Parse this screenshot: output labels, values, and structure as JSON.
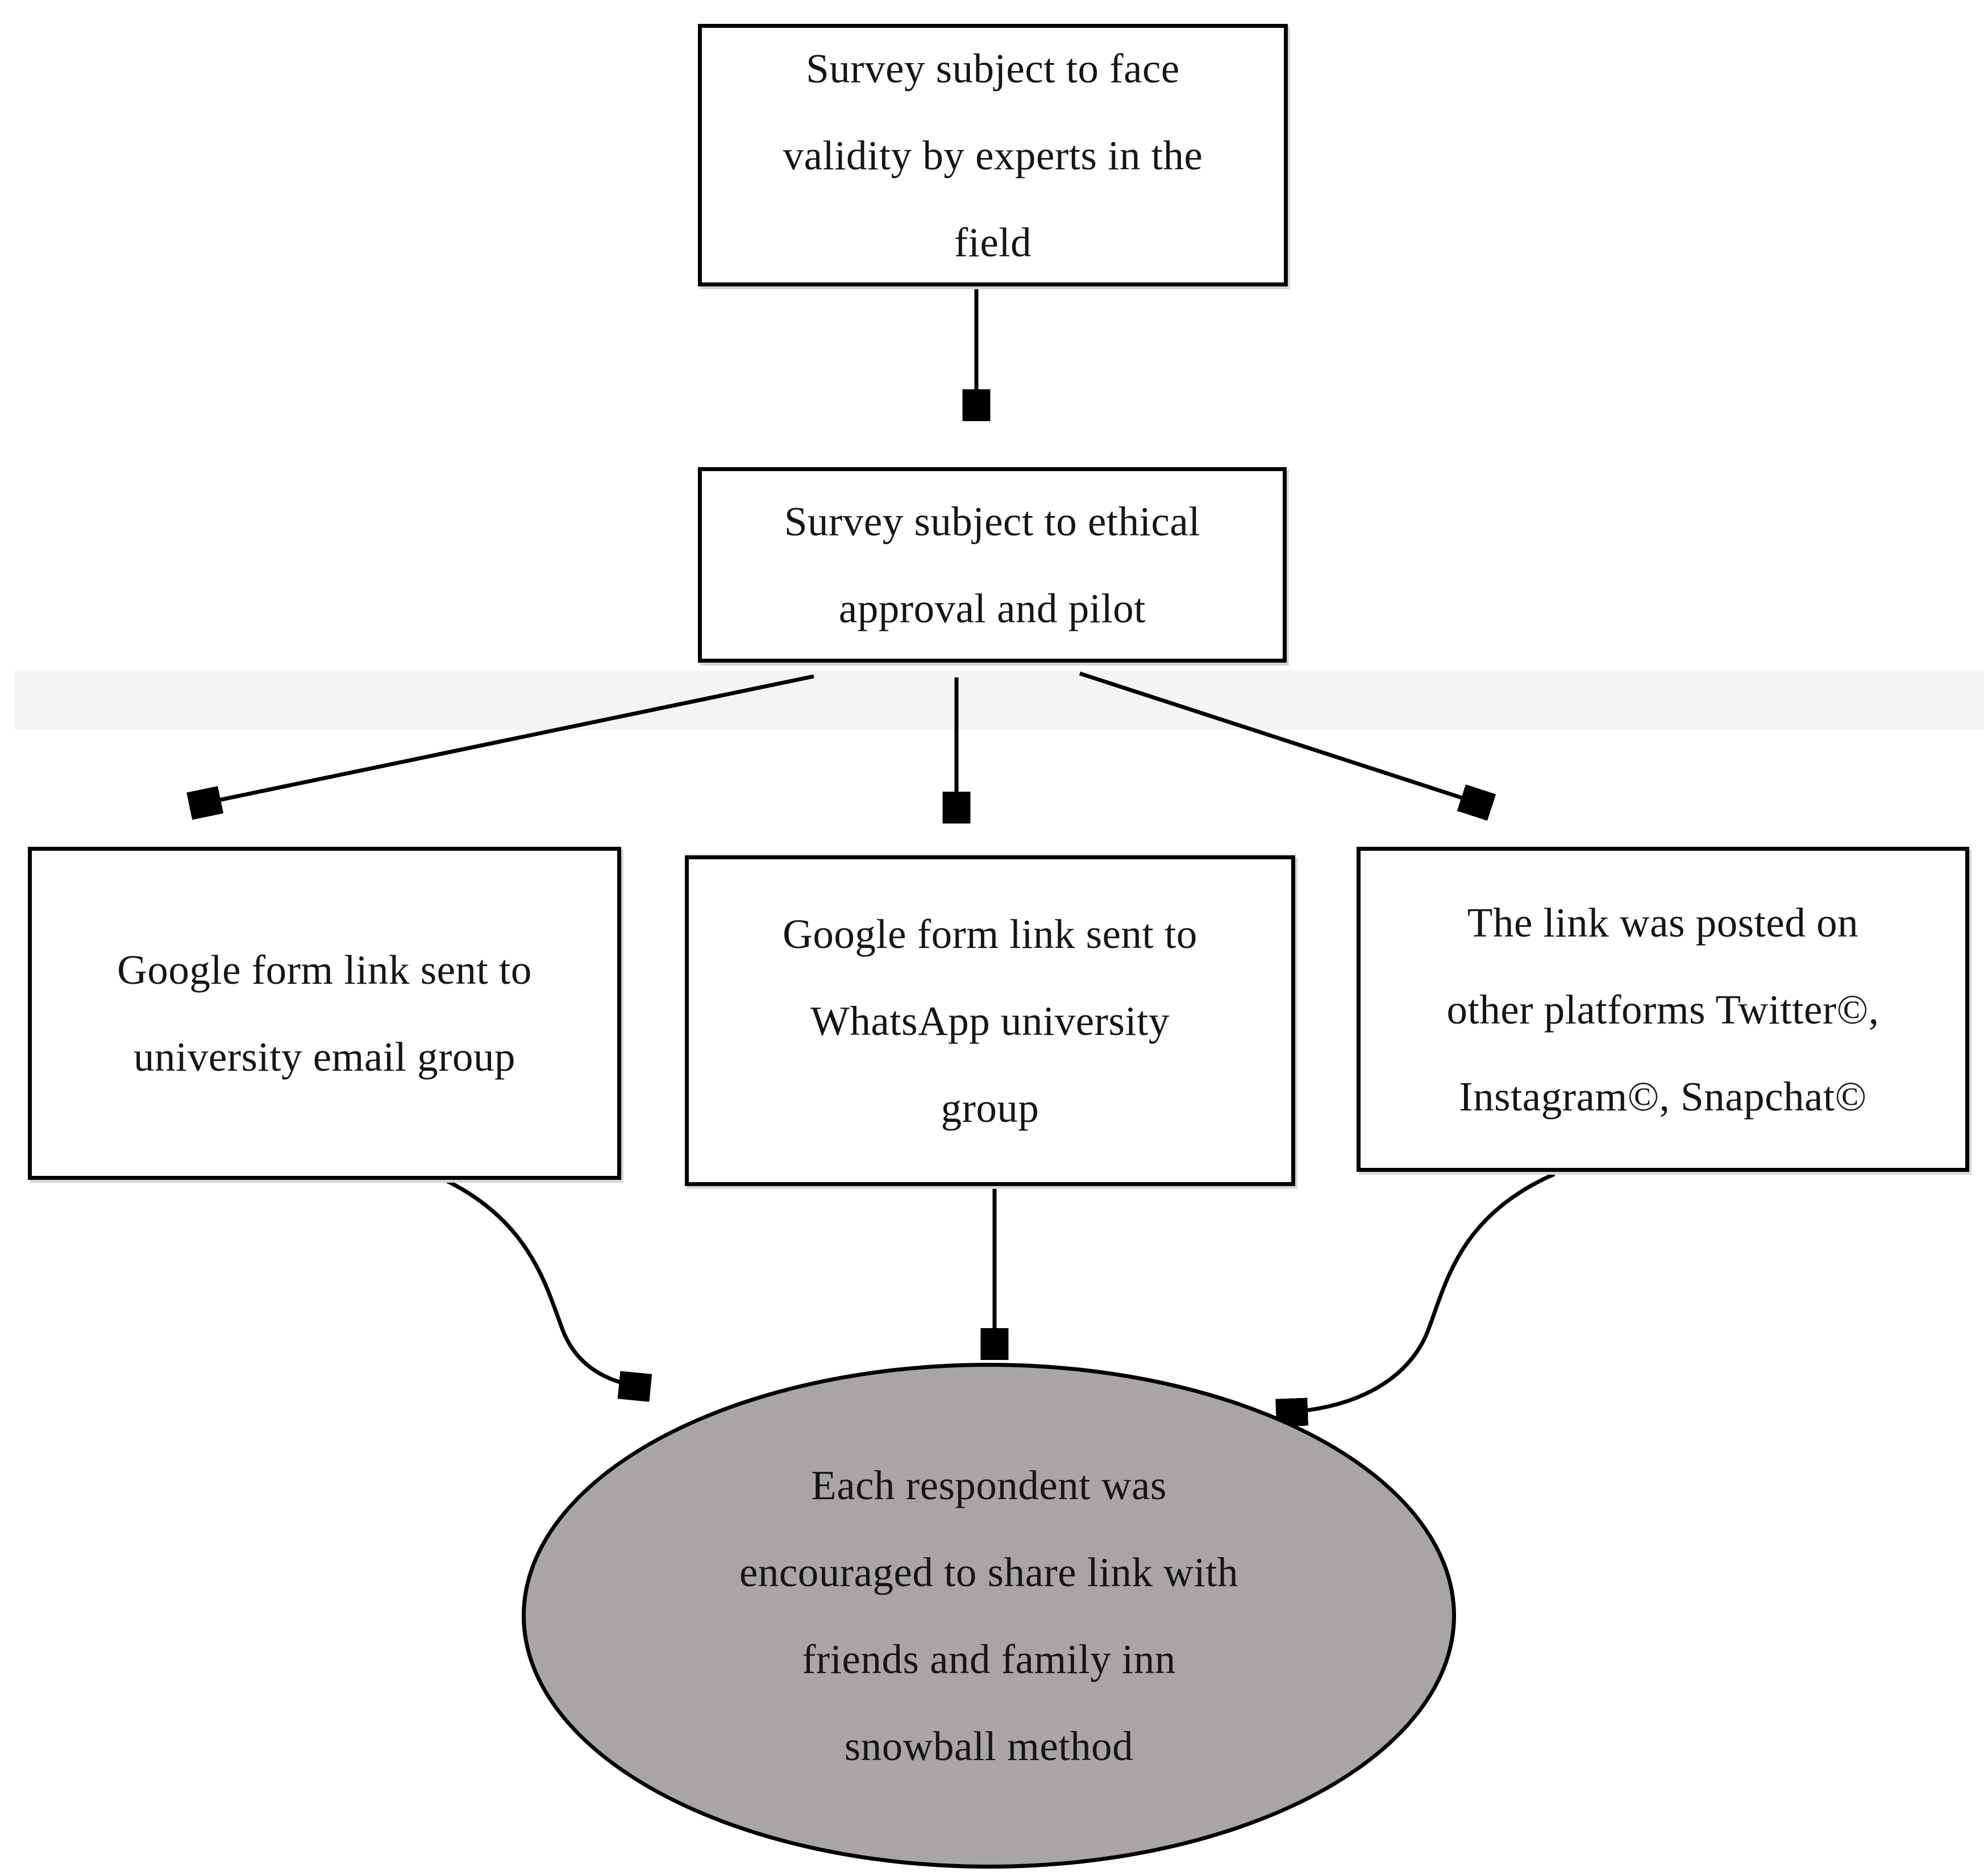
{
  "diagram": {
    "type": "flowchart",
    "nodes": {
      "face_validity": {
        "shape": "rectangle",
        "lines": [
          "Survey subject to face",
          "validity by experts in the",
          "field"
        ]
      },
      "ethical_approval": {
        "shape": "rectangle",
        "lines": [
          "Survey subject to ethical",
          "approval and pilot"
        ]
      },
      "email_group": {
        "shape": "rectangle",
        "lines": [
          "Google form link sent to",
          "university email group"
        ]
      },
      "whatsapp_group": {
        "shape": "rectangle",
        "lines": [
          "Google form link sent to",
          "WhatsApp university",
          "group"
        ]
      },
      "other_platforms": {
        "shape": "rectangle",
        "lines": [
          "The link was posted on",
          "other platforms Twitter©,",
          "Instagram©, Snapchat©"
        ]
      },
      "snowball": {
        "shape": "ellipse",
        "lines": [
          "Each respondent was",
          "encouraged to share link with",
          "friends and family inn",
          "snowball method"
        ]
      }
    },
    "edges": [
      {
        "from": "face_validity",
        "to": "ethical_approval",
        "style": "straight"
      },
      {
        "from": "ethical_approval",
        "to": "email_group",
        "style": "straight"
      },
      {
        "from": "ethical_approval",
        "to": "whatsapp_group",
        "style": "straight"
      },
      {
        "from": "ethical_approval",
        "to": "other_platforms",
        "style": "straight"
      },
      {
        "from": "email_group",
        "to": "snowball",
        "style": "curved"
      },
      {
        "from": "whatsapp_group",
        "to": "snowball",
        "style": "straight"
      },
      {
        "from": "other_platforms",
        "to": "snowball",
        "style": "curved"
      }
    ],
    "colors": {
      "background": "#ffffff",
      "band": "#f5f4f4",
      "node_fill": "#ffffff",
      "ellipse_fill": "#a9a5a4",
      "border": "#000000",
      "text": "#151515"
    }
  }
}
